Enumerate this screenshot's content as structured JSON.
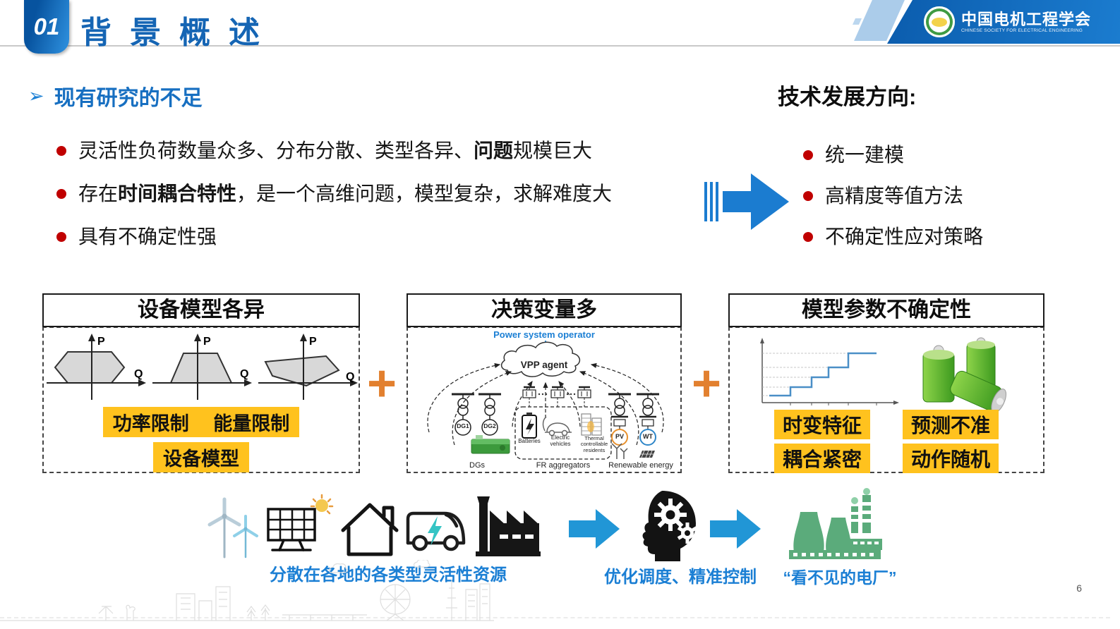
{
  "header": {
    "badge": "01",
    "title": "背景概述",
    "org_name": "中国电机工程学会",
    "org_name_en": "CHINESE SOCIETY FOR ELECTRICAL ENGINEERING"
  },
  "intro": {
    "marker": "➢",
    "heading": "现有研究的不足",
    "bullets": [
      {
        "pre": "灵活性负荷数量众多、分布分散、类型各异、",
        "bold": "问题",
        "post": "规模巨大"
      },
      {
        "pre": "存在",
        "bold": "时间耦合特性",
        "post": "，是一个高维问题，模型复杂，求解难度大"
      },
      {
        "pre": "具有不确定性强",
        "bold": "",
        "post": ""
      }
    ]
  },
  "directions": {
    "heading": "技术发展方向:",
    "bullets": [
      "统一建模",
      "高精度等值方法",
      "不确定性应对策略"
    ]
  },
  "plus_sign": "+",
  "box_devices": {
    "title": "设备模型各异",
    "p_label": "P",
    "q_label": "Q",
    "tag_row1": "功率限制　 能量限制",
    "tag_row2": "设备模型"
  },
  "box_decision": {
    "title": "决策变量多",
    "operator": "Power system operator",
    "agent": "VPP agent",
    "node_dg1": "DG1",
    "node_dg2": "DG2",
    "node_pv": "PV",
    "node_wt": "WT",
    "label_batteries": "Batteries",
    "label_ev": "Electric vehicles",
    "label_thermal": "Thermal controllable residents",
    "group_dgs": "DGs",
    "group_fr": "FR aggregators",
    "group_renewable": "Renewable energy"
  },
  "box_uncertainty": {
    "title": "模型参数不确定性",
    "tags": [
      "时变特征",
      "预测不准",
      "耦合紧密",
      "动作随机"
    ]
  },
  "flow": {
    "caption_resources": "分散在各地的各类型灵活性资源",
    "caption_control": "优化调度、精准控制",
    "caption_plant": "“看不见的电厂”"
  },
  "page_number": "6"
}
